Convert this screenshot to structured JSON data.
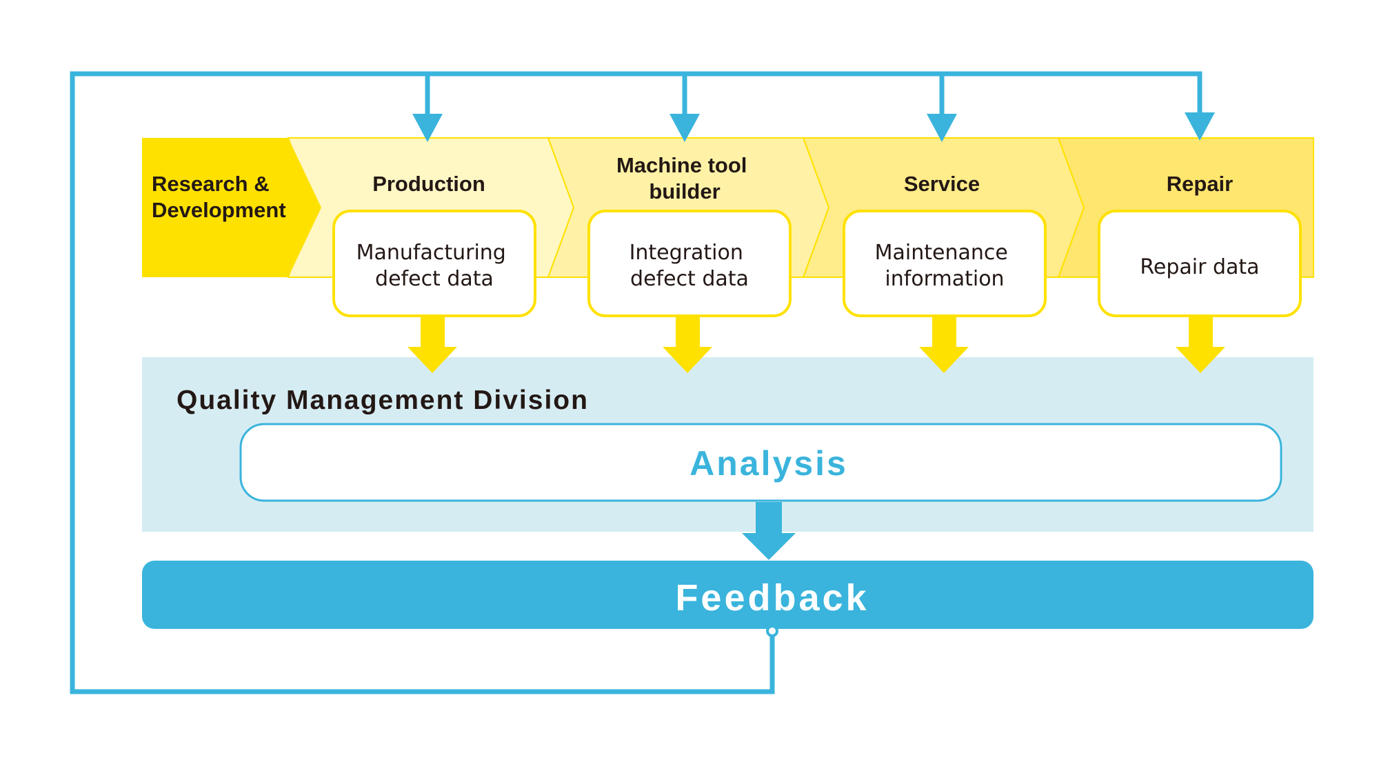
{
  "colors": {
    "yellow_strong": "#FFE100",
    "yellow_light": "#FFF7C4",
    "yellow_mid": "#FFF2A6",
    "yellow_deep": "#FFEC8A",
    "yellow_deeper": "#FFE66E",
    "blue": "#3AB4DC",
    "blue_light": "#D6ECF3",
    "text_dark": "#231815"
  },
  "stages": {
    "research": [
      "Research &",
      "Development"
    ],
    "production": [
      "Production"
    ],
    "machine_tool_builder": [
      "Machine tool",
      "builder"
    ],
    "service": [
      "Service"
    ],
    "repair": [
      "Repair"
    ]
  },
  "data_boxes": {
    "production": [
      "Manufacturing",
      "defect data"
    ],
    "machine_tool_builder": [
      "Integration",
      "defect data"
    ],
    "service": [
      "Maintenance",
      "information"
    ],
    "repair": [
      "Repair data"
    ]
  },
  "division": {
    "title": "Quality Management Division",
    "analysis": "Analysis"
  },
  "feedback": "Feedback"
}
